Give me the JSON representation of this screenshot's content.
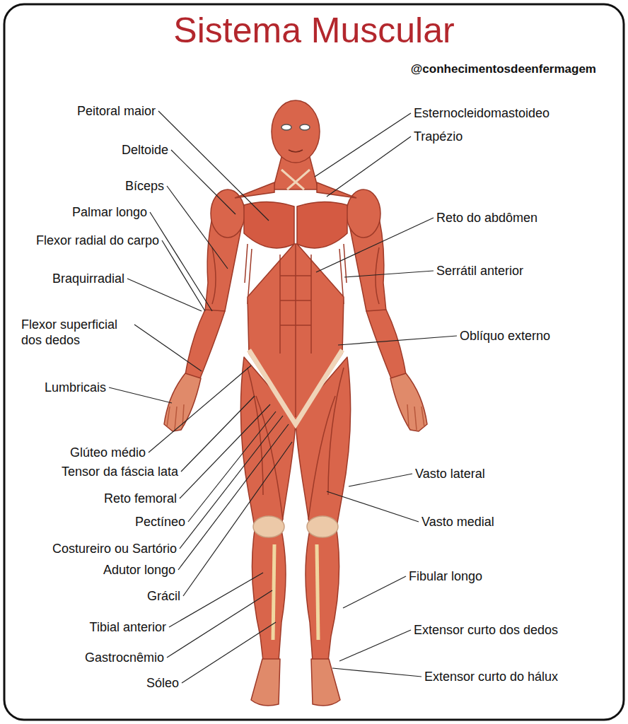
{
  "diagram": {
    "title": "Sistema Muscular",
    "labels": [
      "@conhecimentosdeenfermagem",
      "Peitoral maior",
      "Deltoide",
      "Bíceps",
      "Palmar longo",
      "Flexor radial do carpo",
      "Braquirradial",
      "Flexor superficial dos dedos",
      "Lumbricais",
      "Glúteo médio",
      "Tensor da fáscia lata",
      "Reto femoral",
      "Pectíneo",
      "Costureiro ou Sartório",
      "Adutor longo",
      "Grácil",
      "Tibial anterior",
      "Gastrocnêmio",
      "Sóleo",
      "Esternocleidomastoideo",
      "Trapézio",
      "Reto do abdômen",
      "Serrátil anterior",
      "Oblíquo externo",
      "Vasto lateral",
      "Vasto medial",
      "Fibular longo",
      "Extensor curto dos dedos",
      "Extensor curto do hálux"
    ]
  }
}
